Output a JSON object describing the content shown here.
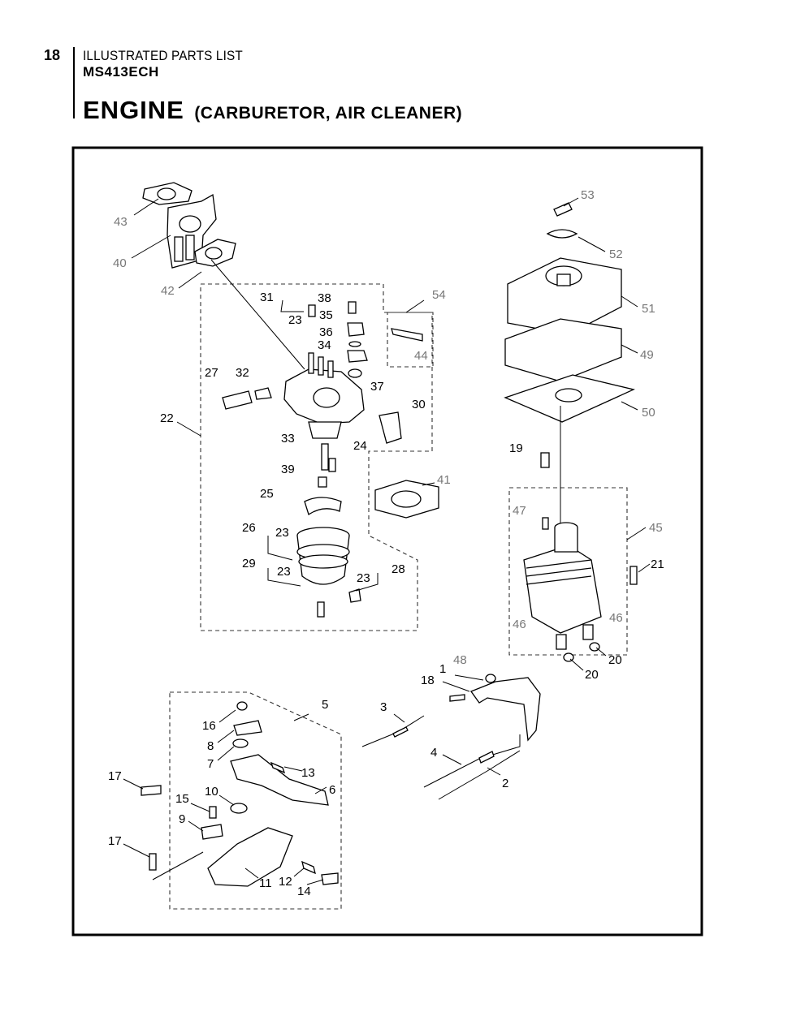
{
  "header": {
    "page_number": "18",
    "section": "ILLUSTRATED PARTS LIST",
    "model": "MS413ECH",
    "title_main": "ENGINE",
    "title_sub": "(CARBURETOR, AIR CLEANER)"
  },
  "callouts": {
    "c1": "1",
    "c2": "2",
    "c3": "3",
    "c4": "4",
    "c5": "5",
    "c6": "6",
    "c7": "7",
    "c8": "8",
    "c9": "9",
    "c10": "10",
    "c11": "11",
    "c12": "12",
    "c13": "13",
    "c14": "14",
    "c15": "15",
    "c16": "16",
    "c17a": "17",
    "c17b": "17",
    "c18": "18",
    "c19": "19",
    "c20a": "20",
    "c20b": "20",
    "c21": "21",
    "c22": "22",
    "c23a": "23",
    "c23b": "23",
    "c23c": "23",
    "c23d": "23",
    "c24": "24",
    "c25": "25",
    "c26": "26",
    "c27": "27",
    "c28": "28",
    "c29": "29",
    "c30": "30",
    "c31": "31",
    "c32": "32",
    "c33": "33",
    "c34": "34",
    "c35": "35",
    "c36": "36",
    "c37": "37",
    "c38": "38",
    "c39": "39",
    "c40": "40",
    "c41": "41",
    "c42": "42",
    "c43": "43",
    "c44": "44",
    "c45": "45",
    "c46a": "46",
    "c46b": "46",
    "c47": "47",
    "c48": "48",
    "c49": "49",
    "c50": "50",
    "c51": "51",
    "c52": "52",
    "c53": "53",
    "c54": "54"
  }
}
